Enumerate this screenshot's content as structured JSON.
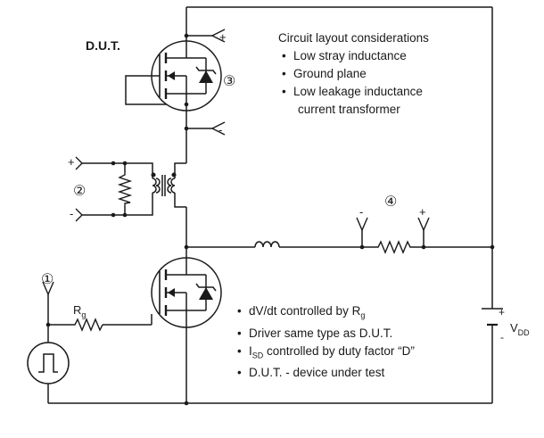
{
  "dut_label": "D.U.T.",
  "markers": {
    "one": "①",
    "two": "②",
    "three": "③",
    "four": "④"
  },
  "terminals": {
    "plus_top": "+",
    "minus_top": "-",
    "plus_left": "+",
    "minus_left": "-",
    "plus_right": "+",
    "minus_right": "-",
    "supply_plus": "+",
    "supply_minus": "-"
  },
  "gate_resistor": {
    "main": "R",
    "sub": "g"
  },
  "supply": {
    "main": "V",
    "sub": "DD"
  },
  "layout_notes": {
    "heading": "Circuit layout considerations",
    "items": [
      "Low stray inductance",
      "Ground plane",
      "Low leakage inductance"
    ],
    "continuation": "current transformer"
  },
  "driver_notes": {
    "item1_main": "dV/dt controlled by R",
    "item1_sub": "g",
    "item2": "Driver same type as D.U.T.",
    "item3_main": "I",
    "item3_sub": "SD",
    "item3_rest": " controlled by duty factor “D”",
    "item4": "D.U.T. - device under test"
  }
}
